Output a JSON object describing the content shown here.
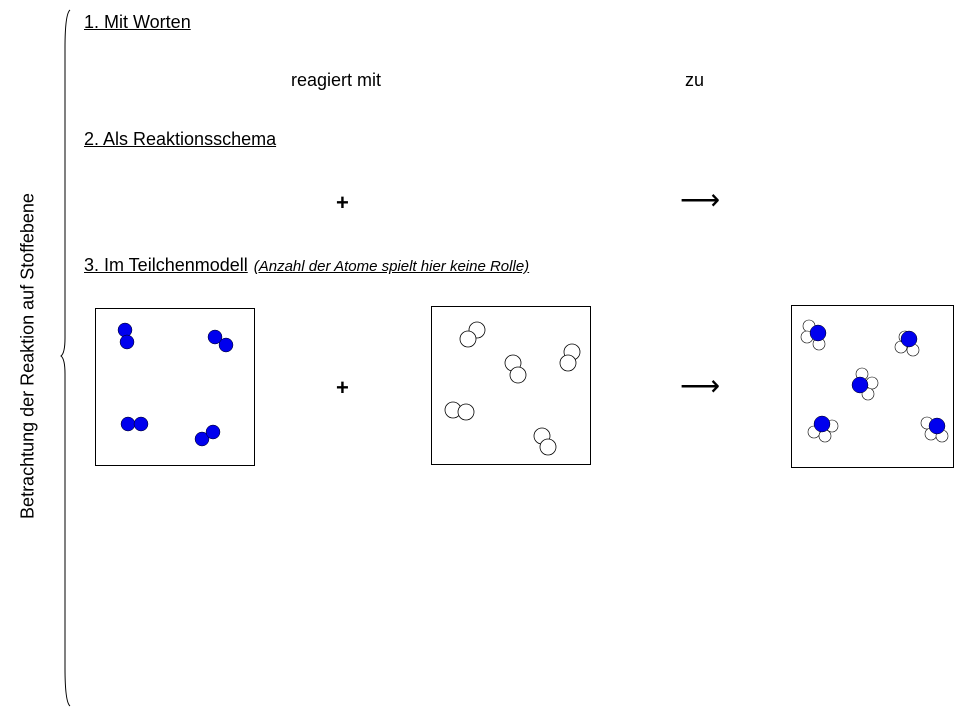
{
  "side_label": "Betrachtung der Reaktion auf Stoffebene",
  "section1": {
    "heading": "1. Mit Worten",
    "phrase_reacts": "reagiert mit",
    "phrase_to": "zu"
  },
  "section2": {
    "heading": "2. Als Reaktionsschema",
    "plus": "+",
    "arrow": "⟶"
  },
  "section3": {
    "heading": "3. Im Teilchenmodell",
    "note": "(Anzahl der Atome spielt hier keine Rolle)",
    "plus": "+",
    "arrow": "⟶"
  },
  "colors": {
    "blue_atom": "#0000ee",
    "white_atom": "#ffffff",
    "outline": "#000000"
  }
}
